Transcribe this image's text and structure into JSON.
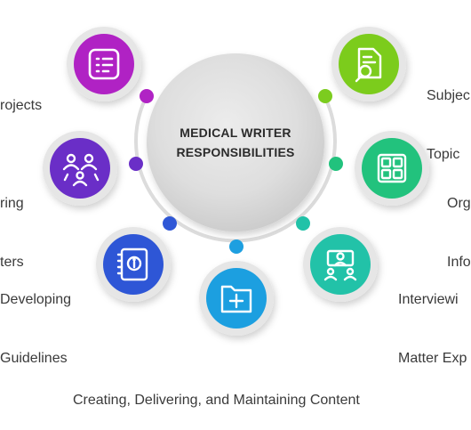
{
  "center": {
    "line1": "MEDICAL WRITER",
    "line2": "RESPONSIBILITIES"
  },
  "items": [
    {
      "id": "projects",
      "lines": [
        "rojects"
      ],
      "icon": "form-list-icon",
      "color": "#b023c4"
    },
    {
      "id": "fostering",
      "lines": [
        "ring",
        "ters"
      ],
      "icon": "team-collaboration-icon",
      "color": "#6a2fc7"
    },
    {
      "id": "developing-guidelines",
      "lines": [
        "Developing",
        "Guidelines"
      ],
      "icon": "handbook-icon",
      "color": "#2f57d6"
    },
    {
      "id": "creating-content",
      "lines": [
        "Creating, Delivering, and Maintaining Content"
      ],
      "icon": "folder-add-icon",
      "color": "#1e9fe0"
    },
    {
      "id": "interviewing",
      "lines": [
        "Interviewi",
        "Matter Exp"
      ],
      "icon": "interview-icon",
      "color": "#21c2a8"
    },
    {
      "id": "organizing",
      "lines": [
        "Org",
        "Info"
      ],
      "icon": "grid-layout-icon",
      "color": "#21c27d"
    },
    {
      "id": "subject-topic",
      "lines": [
        "Subjec",
        "Topic"
      ],
      "icon": "document-search-icon",
      "color": "#7ccc1f"
    }
  ]
}
